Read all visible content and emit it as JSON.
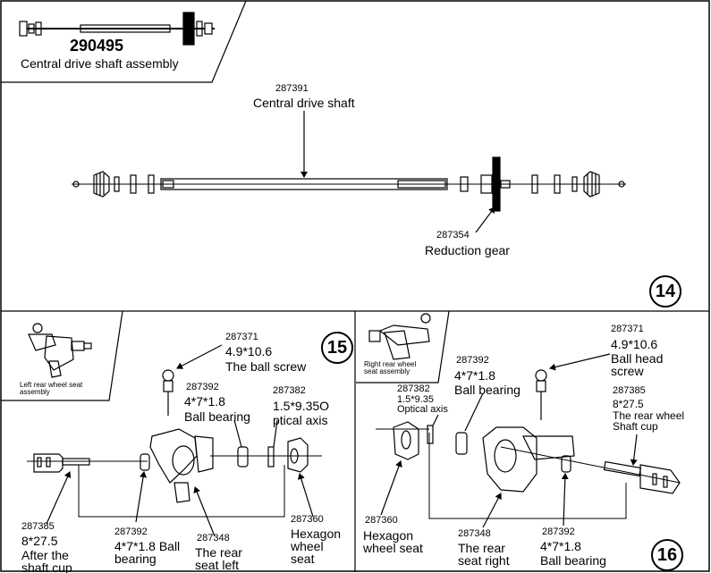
{
  "assembly": {
    "part_no": "290495",
    "name": "Central drive shaft assembly"
  },
  "step14": {
    "badge": "14",
    "shaft": {
      "part_no": "287391",
      "name": "Central drive shaft"
    },
    "gear": {
      "part_no": "287354",
      "name": "Reduction gear"
    }
  },
  "step15": {
    "badge": "15",
    "thumb_caption": "Left rear wheel seat\nassembly",
    "screw": {
      "part_no": "287371",
      "spec": "4.9*10.6",
      "name": "The ball screw"
    },
    "bearing_top": {
      "part_no": "287392",
      "spec": "4*7*1.8",
      "name": "Ball bearing"
    },
    "axis": {
      "part_no": "287382",
      "spec": "1.5*9.35O",
      "name": "ptical axis"
    },
    "cup": {
      "part_no": "287385",
      "spec": "8*27.5",
      "name": "After the\nshaft cup"
    },
    "bearing_bottom": {
      "part_no": "287392",
      "spec": "4*7*1.8 Ball\nbearing"
    },
    "seat": {
      "part_no": "287348",
      "name": "The rear\nseat left"
    },
    "hex": {
      "part_no": "287360",
      "name": "Hexagon\nwheel\nseat"
    }
  },
  "step16": {
    "badge": "16",
    "thumb_caption": "Right rear wheel\nseat assembly",
    "axis": {
      "part_no": "287382",
      "spec": "1.5*9.35",
      "name": "Optical axis"
    },
    "bearing_top": {
      "part_no": "287392",
      "spec": "4*7*1.8",
      "name": "Ball bearing"
    },
    "screw": {
      "part_no": "287371",
      "spec": "4.9*10.6",
      "name": "Ball head\nscrew"
    },
    "cup": {
      "part_no": "287385",
      "spec": "8*27.5",
      "name": "The rear wheel\nShaft cup"
    },
    "hex": {
      "part_no": "287360",
      "name": "Hexagon\nwheel seat"
    },
    "seat": {
      "part_no": "287348",
      "name": "The rear\nseat right"
    },
    "bearing_bottom": {
      "part_no": "287392",
      "spec": "4*7*1.8",
      "name": "Ball bearing"
    }
  }
}
